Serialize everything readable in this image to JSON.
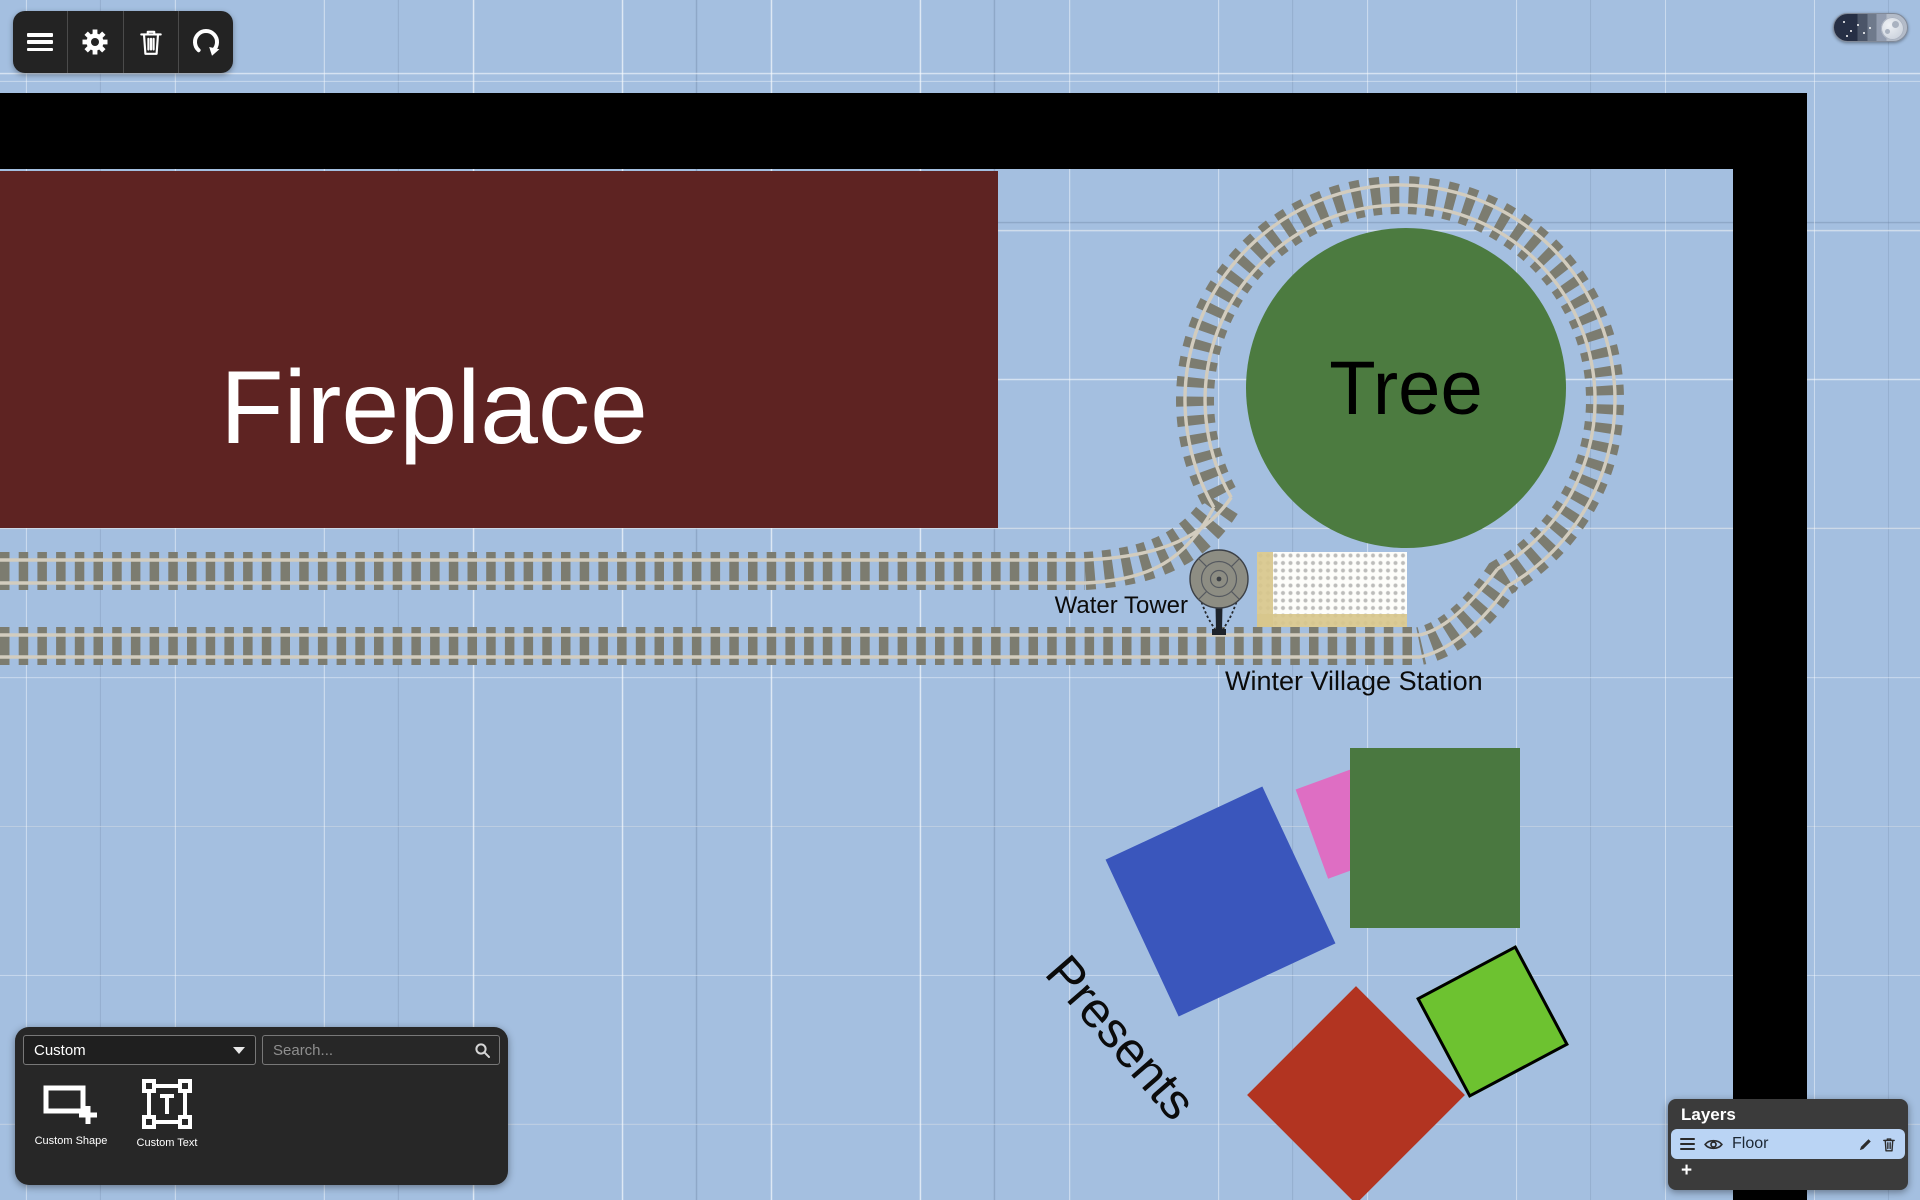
{
  "toolbar": {
    "buttons": [
      {
        "icon": "menu"
      },
      {
        "icon": "settings-gear"
      },
      {
        "icon": "trash"
      },
      {
        "icon": "rotate"
      }
    ]
  },
  "theme_toggle": {
    "mode": "night",
    "moon_color": "#d9dee6"
  },
  "scene": {
    "fireplace": {
      "label": "Fireplace",
      "color": "#5e2322",
      "text_color": "#ffffff"
    },
    "tree": {
      "label": "Tree",
      "color": "#4c7b40"
    },
    "water_tower": {
      "label": "Water Tower"
    },
    "station": {
      "label": "Winter Village Station",
      "platform_colors": {
        "base": "#fdfdfa",
        "edge": "#d8c78c"
      }
    },
    "presents": {
      "label": "Presents",
      "shapes": [
        {
          "name": "blue-square",
          "color": "#3a56bc"
        },
        {
          "name": "pink-rectangle",
          "color": "#de6ec3"
        },
        {
          "name": "green-square",
          "color": "#4a7840"
        },
        {
          "name": "red-diamond",
          "color": "#b23421"
        },
        {
          "name": "lime-square",
          "color": "#6dc230",
          "border": "#000000"
        }
      ]
    },
    "track": {
      "tie_color": "#7c7c70",
      "rail_color": "#d2ccbe"
    },
    "wall_color": "#000000",
    "floor_color": "#a4bfe0"
  },
  "palette": {
    "category_value": "Custom",
    "search_placeholder": "Search...",
    "tools": [
      {
        "label": "Custom Shape"
      },
      {
        "label": "Custom Text"
      }
    ]
  },
  "layers_panel": {
    "title": "Layers",
    "rows": [
      {
        "name": "Floor"
      }
    ],
    "add_label": "+"
  }
}
